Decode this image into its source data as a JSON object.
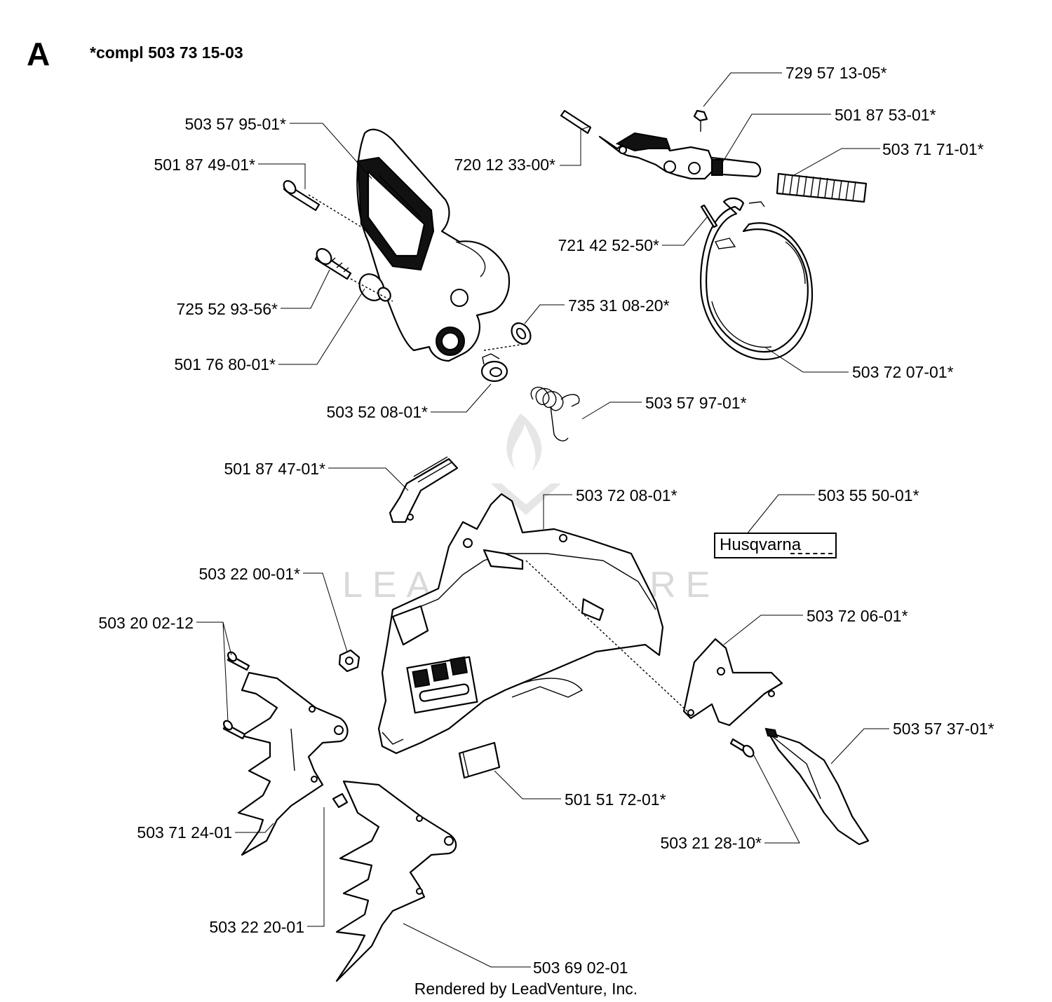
{
  "header": {
    "section_letter": "A",
    "assembly_ref": "*compl 503 73 15-03"
  },
  "watermark": {
    "text": "LEADVENTURE"
  },
  "decal": {
    "brand_text": "Husqvarna"
  },
  "part_labels": [
    "729 57 13-05*",
    "501 87 53-01*",
    "503 57 95-01*",
    "503 71 71-01*",
    "501 87 49-01*",
    "720 12 33-00*",
    "721 42 52-50*",
    "735 31 08-20*",
    "725 52 93-56*",
    "501 76 80-01*",
    "503 72 07-01*",
    "503 57 97-01*",
    "503 52 08-01*",
    "501 87 47-01*",
    "503 72 08-01*",
    "503 55 50-01*",
    "503 22 00-01*",
    "503 20 02-12",
    "503 72 06-01*",
    "503 57 37-01*",
    "501 51 72-01*",
    "503 71 24-01",
    "503 21 28-10*",
    "503 22 20-01",
    "503 69 02-01"
  ],
  "footer": {
    "credit": "Rendered by LeadVenture, Inc."
  }
}
